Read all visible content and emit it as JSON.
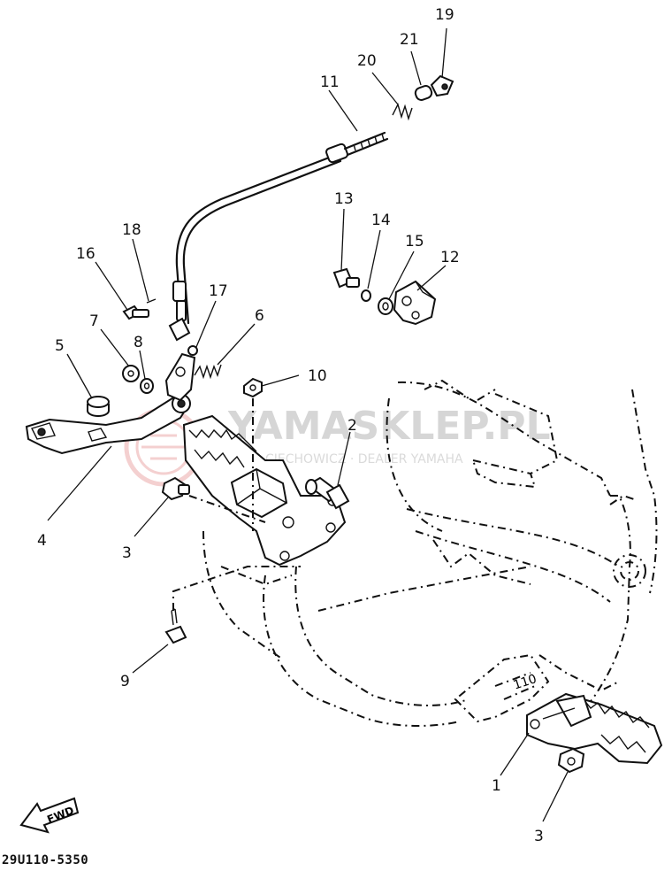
{
  "diagram": {
    "reference_code": "29U110-5350",
    "fwd_label": "FWD",
    "watermark": {
      "brand": "YAMASKLEP.PL",
      "tagline": "CIECHOWICZ · DEALER YAMAHA"
    },
    "frame_mark": "110",
    "callouts": [
      {
        "id": "c1",
        "text": "1"
      },
      {
        "id": "c2",
        "text": "2"
      },
      {
        "id": "c3a",
        "text": "3"
      },
      {
        "id": "c3b",
        "text": "3"
      },
      {
        "id": "c4",
        "text": "4"
      },
      {
        "id": "c5",
        "text": "5"
      },
      {
        "id": "c6",
        "text": "6"
      },
      {
        "id": "c7",
        "text": "7"
      },
      {
        "id": "c8",
        "text": "8"
      },
      {
        "id": "c9",
        "text": "9"
      },
      {
        "id": "c10",
        "text": "10"
      },
      {
        "id": "c11",
        "text": "11"
      },
      {
        "id": "c12",
        "text": "12"
      },
      {
        "id": "c13",
        "text": "13"
      },
      {
        "id": "c14",
        "text": "14"
      },
      {
        "id": "c15",
        "text": "15"
      },
      {
        "id": "c16",
        "text": "16"
      },
      {
        "id": "c17",
        "text": "17"
      },
      {
        "id": "c18",
        "text": "18"
      },
      {
        "id": "c19",
        "text": "19"
      },
      {
        "id": "c20",
        "text": "20"
      },
      {
        "id": "c21",
        "text": "21"
      }
    ]
  }
}
